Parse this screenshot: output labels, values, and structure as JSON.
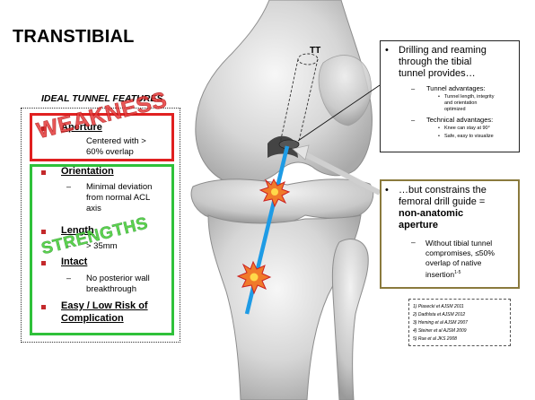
{
  "title": "TRANSTIBIAL",
  "ideal_heading": "IDEAL TUNNEL FEATURES",
  "features": [
    {
      "title": "Aperture",
      "desc_lines": [
        "Centered with >",
        "60% overlap"
      ]
    },
    {
      "title": "Orientation",
      "desc_lines": [
        "Minimal deviation",
        "from normal ACL",
        "axis"
      ]
    },
    {
      "title": "Length",
      "desc_lines": [
        "> 35mm"
      ]
    },
    {
      "title": "Intact",
      "desc_lines": [
        "No posterior wall",
        "breakthrough"
      ]
    },
    {
      "title": "Easy / Low Risk of",
      "title2": "Complication",
      "desc_lines": []
    }
  ],
  "stamps": {
    "weakness": "WEAKNESS",
    "strengths": "STRENGTHS"
  },
  "tt_label": "TT",
  "drill_box": {
    "intro_lines": [
      "Drilling and reaming",
      "through the tibial",
      "tunnel provides…"
    ],
    "tunnel_heading": "Tunnel advantages:",
    "tunnel_items": [
      [
        "Tunnel length, integrity",
        "and orientation",
        "optimized"
      ]
    ],
    "technical_heading": "Technical advantages:",
    "technical_items": [
      "Knee can stay at 90°",
      "Safe, easy to visualize"
    ]
  },
  "constraint_box": {
    "lines": [
      "…but constrains the",
      "femoral drill guide ="
    ],
    "bold_lines": [
      "non-anatomic",
      "aperture"
    ],
    "sub_lines": [
      "Without tibial tunnel",
      "compromises, ≤50%",
      "overlap of native",
      "insertion"
    ],
    "sup": "1-5"
  },
  "references": [
    "1) Piasecki et AJSM 2011",
    "2) Dadhlsta et AJSM 2012",
    "3) Heming et al AJSM 2007",
    "4) Steiner et al AJSM 2009",
    "5) Rue et al JKS 2008"
  ],
  "colors": {
    "weakness": "#e02020",
    "strengths": "#2fc13a",
    "tunnel": "#1e9be5",
    "bullet": "#c4292b",
    "constraint_border": "#8a7a3d"
  }
}
